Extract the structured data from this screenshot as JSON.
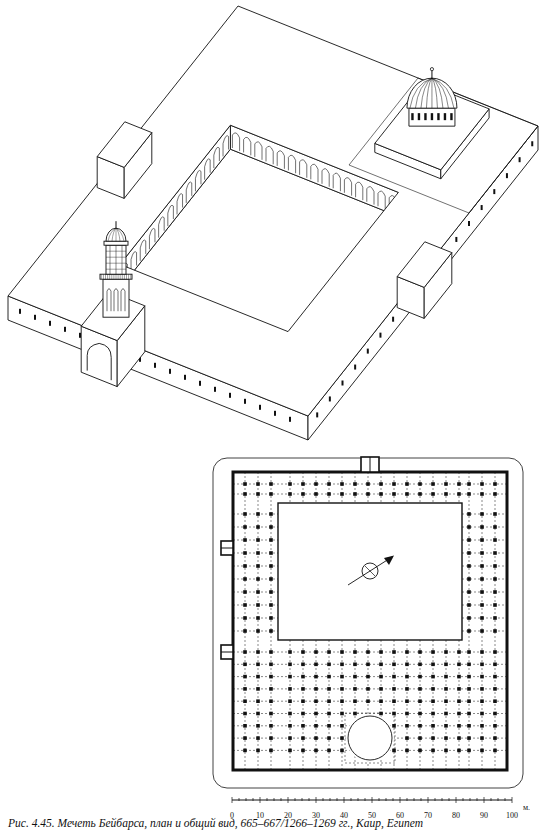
{
  "diagram": {
    "caption": "Рис. 4.45. Мечеть Бейбарса, план и общий вид, 665–667/1266–1269 гг., Каир, Египет",
    "labels": [
      "0",
      "10",
      "20",
      "30",
      "40",
      "50",
      "60",
      "70",
      "80",
      "90",
      "100",
      "м."
    ]
  }
}
